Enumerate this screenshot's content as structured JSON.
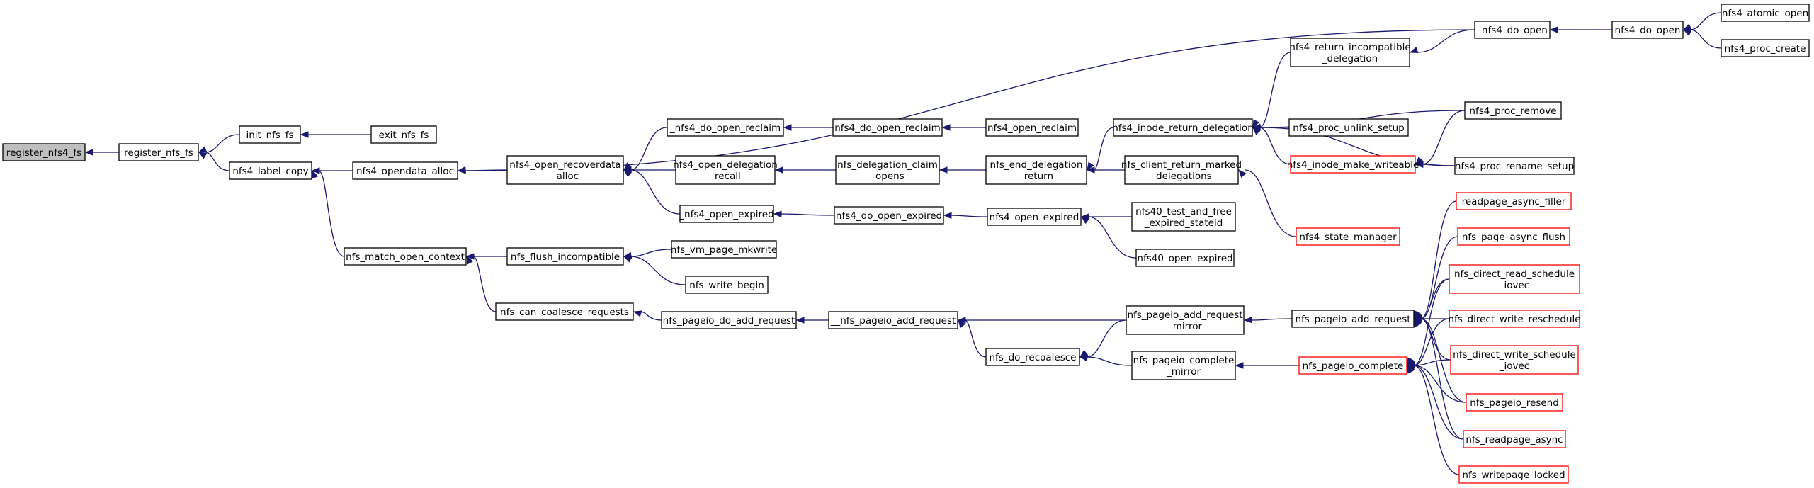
{
  "colors": {
    "edge": "#191970",
    "node_border": "#000000",
    "node_fill": "#ffffff",
    "highlight_fill": "#bfbfbf",
    "truncated_border": "#ff0000"
  },
  "nodes": [
    {
      "id": "register_nfs4_fs",
      "lines": [
        "register_nfs4_fs"
      ],
      "highlight": true,
      "truncated": false
    },
    {
      "id": "register_nfs_fs",
      "lines": [
        "register_nfs_fs"
      ],
      "highlight": false,
      "truncated": false
    },
    {
      "id": "init_nfs_fs",
      "lines": [
        "init_nfs_fs"
      ],
      "highlight": false,
      "truncated": false
    },
    {
      "id": "exit_nfs_fs",
      "lines": [
        "exit_nfs_fs"
      ],
      "highlight": false,
      "truncated": false
    },
    {
      "id": "nfs4_label_copy",
      "lines": [
        "nfs4_label_copy"
      ],
      "highlight": false,
      "truncated": false
    },
    {
      "id": "nfs4_opendata_alloc",
      "lines": [
        "nfs4_opendata_alloc"
      ],
      "highlight": false,
      "truncated": false
    },
    {
      "id": "nfs_match_open_context",
      "lines": [
        "nfs_match_open_context"
      ],
      "highlight": false,
      "truncated": false
    },
    {
      "id": "nfs4_open_recoverdata_alloc",
      "lines": [
        "nfs4_open_recoverdata",
        "_alloc"
      ],
      "highlight": false,
      "truncated": false
    },
    {
      "id": "nfs_flush_incompatible",
      "lines": [
        "nfs_flush_incompatible"
      ],
      "highlight": false,
      "truncated": false
    },
    {
      "id": "nfs_can_coalesce_requests",
      "lines": [
        "nfs_can_coalesce_requests"
      ],
      "highlight": false,
      "truncated": false
    },
    {
      "id": "_nfs4_do_open_reclaim",
      "lines": [
        "_nfs4_do_open_reclaim"
      ],
      "highlight": false,
      "truncated": false
    },
    {
      "id": "nfs4_open_delegation_recall",
      "lines": [
        "nfs4_open_delegation",
        "_recall"
      ],
      "highlight": false,
      "truncated": false
    },
    {
      "id": "_nfs4_open_expired",
      "lines": [
        "_nfs4_open_expired"
      ],
      "highlight": false,
      "truncated": false
    },
    {
      "id": "nfs_vm_page_mkwrite",
      "lines": [
        "nfs_vm_page_mkwrite"
      ],
      "highlight": false,
      "truncated": false
    },
    {
      "id": "nfs_write_begin",
      "lines": [
        "nfs_write_begin"
      ],
      "highlight": false,
      "truncated": false
    },
    {
      "id": "nfs_pageio_do_add_request",
      "lines": [
        "nfs_pageio_do_add_request"
      ],
      "highlight": false,
      "truncated": false
    },
    {
      "id": "nfs4_do_open_reclaim",
      "lines": [
        "nfs4_do_open_reclaim"
      ],
      "highlight": false,
      "truncated": false
    },
    {
      "id": "nfs_delegation_claim_opens",
      "lines": [
        "nfs_delegation_claim",
        "_opens"
      ],
      "highlight": false,
      "truncated": false
    },
    {
      "id": "nfs4_do_open_expired",
      "lines": [
        "nfs4_do_open_expired"
      ],
      "highlight": false,
      "truncated": false
    },
    {
      "id": "__nfs_pageio_add_request",
      "lines": [
        "__nfs_pageio_add_request"
      ],
      "highlight": false,
      "truncated": false
    },
    {
      "id": "nfs4_open_reclaim",
      "lines": [
        "nfs4_open_reclaim"
      ],
      "highlight": false,
      "truncated": false
    },
    {
      "id": "nfs_end_delegation_return",
      "lines": [
        "nfs_end_delegation",
        "_return"
      ],
      "highlight": false,
      "truncated": false
    },
    {
      "id": "nfs4_open_expired",
      "lines": [
        "nfs4_open_expired"
      ],
      "highlight": false,
      "truncated": false
    },
    {
      "id": "nfs_do_recoalesce",
      "lines": [
        "nfs_do_recoalesce"
      ],
      "highlight": false,
      "truncated": false
    },
    {
      "id": "_nfs4_do_open",
      "lines": [
        "_nfs4_do_open"
      ],
      "highlight": false,
      "truncated": false
    },
    {
      "id": "nfs4_inode_return_delegation",
      "lines": [
        "nfs4_inode_return_delegation"
      ],
      "highlight": false,
      "truncated": false
    },
    {
      "id": "nfs_client_return_marked_delegations",
      "lines": [
        "nfs_client_return_marked",
        "_delegations"
      ],
      "highlight": false,
      "truncated": false
    },
    {
      "id": "nfs40_test_and_free_expired_stateid",
      "lines": [
        "nfs40_test_and_free",
        "_expired_stateid"
      ],
      "highlight": false,
      "truncated": false
    },
    {
      "id": "nfs40_open_expired",
      "lines": [
        "nfs40_open_expired"
      ],
      "highlight": false,
      "truncated": false
    },
    {
      "id": "nfs_pageio_add_request_mirror",
      "lines": [
        "nfs_pageio_add_request",
        "_mirror"
      ],
      "highlight": false,
      "truncated": false
    },
    {
      "id": "nfs_pageio_complete_mirror",
      "lines": [
        "nfs_pageio_complete",
        "_mirror"
      ],
      "highlight": false,
      "truncated": false
    },
    {
      "id": "nfs4_return_incompatible_delegation",
      "lines": [
        "nfs4_return_incompatible",
        "_delegation"
      ],
      "highlight": false,
      "truncated": false
    },
    {
      "id": "nfs4_proc_unlink_setup",
      "lines": [
        "nfs4_proc_unlink_setup"
      ],
      "highlight": false,
      "truncated": false
    },
    {
      "id": "nfs4_inode_make_writeable",
      "lines": [
        "nfs4_inode_make_writeable"
      ],
      "highlight": false,
      "truncated": true
    },
    {
      "id": "nfs4_state_manager",
      "lines": [
        "nfs4_state_manager"
      ],
      "highlight": false,
      "truncated": true
    },
    {
      "id": "nfs_pageio_add_request",
      "lines": [
        "nfs_pageio_add_request"
      ],
      "highlight": false,
      "truncated": false
    },
    {
      "id": "nfs_pageio_complete",
      "lines": [
        "nfs_pageio_complete"
      ],
      "highlight": false,
      "truncated": true
    },
    {
      "id": "nfs4_do_open",
      "lines": [
        "nfs4_do_open"
      ],
      "highlight": false,
      "truncated": false
    },
    {
      "id": "nfs4_proc_remove",
      "lines": [
        "nfs4_proc_remove"
      ],
      "highlight": false,
      "truncated": false
    },
    {
      "id": "nfs4_proc_rename_setup",
      "lines": [
        "nfs4_proc_rename_setup"
      ],
      "highlight": false,
      "truncated": false
    },
    {
      "id": "readpage_async_filler",
      "lines": [
        "readpage_async_filler"
      ],
      "highlight": false,
      "truncated": true
    },
    {
      "id": "nfs_page_async_flush",
      "lines": [
        "nfs_page_async_flush"
      ],
      "highlight": false,
      "truncated": true
    },
    {
      "id": "nfs_direct_read_schedule_iovec",
      "lines": [
        "nfs_direct_read_schedule",
        "_iovec"
      ],
      "highlight": false,
      "truncated": true
    },
    {
      "id": "nfs_direct_write_reschedule",
      "lines": [
        "nfs_direct_write_reschedule"
      ],
      "highlight": false,
      "truncated": true
    },
    {
      "id": "nfs_direct_write_schedule_iovec",
      "lines": [
        "nfs_direct_write_schedule",
        "_iovec"
      ],
      "highlight": false,
      "truncated": true
    },
    {
      "id": "nfs_pageio_resend",
      "lines": [
        "nfs_pageio_resend"
      ],
      "highlight": false,
      "truncated": true
    },
    {
      "id": "nfs_readpage_async",
      "lines": [
        "nfs_readpage_async"
      ],
      "highlight": false,
      "truncated": true
    },
    {
      "id": "nfs_writepage_locked",
      "lines": [
        "nfs_writepage_locked"
      ],
      "highlight": false,
      "truncated": true
    },
    {
      "id": "nfs4_atomic_open",
      "lines": [
        "nfs4_atomic_open"
      ],
      "highlight": false,
      "truncated": false
    },
    {
      "id": "nfs4_proc_create",
      "lines": [
        "nfs4_proc_create"
      ],
      "highlight": false,
      "truncated": false
    }
  ],
  "edges": [
    {
      "from": "register_nfs4_fs",
      "to": "register_nfs_fs"
    },
    {
      "from": "register_nfs_fs",
      "to": "init_nfs_fs"
    },
    {
      "from": "register_nfs_fs",
      "to": "nfs4_label_copy"
    },
    {
      "from": "init_nfs_fs",
      "to": "exit_nfs_fs"
    },
    {
      "from": "nfs4_label_copy",
      "to": "nfs4_opendata_alloc"
    },
    {
      "from": "nfs4_label_copy",
      "to": "nfs_match_open_context"
    },
    {
      "from": "nfs4_opendata_alloc",
      "to": "nfs4_open_recoverdata_alloc"
    },
    {
      "from": "nfs4_opendata_alloc",
      "to": "_nfs4_do_open"
    },
    {
      "from": "nfs4_open_recoverdata_alloc",
      "to": "_nfs4_do_open_reclaim"
    },
    {
      "from": "nfs4_open_recoverdata_alloc",
      "to": "nfs4_open_delegation_recall"
    },
    {
      "from": "nfs4_open_recoverdata_alloc",
      "to": "_nfs4_open_expired"
    },
    {
      "from": "_nfs4_do_open_reclaim",
      "to": "nfs4_do_open_reclaim"
    },
    {
      "from": "nfs4_do_open_reclaim",
      "to": "nfs4_open_reclaim"
    },
    {
      "from": "nfs4_open_delegation_recall",
      "to": "nfs_delegation_claim_opens"
    },
    {
      "from": "nfs_delegation_claim_opens",
      "to": "nfs_end_delegation_return"
    },
    {
      "from": "nfs_end_delegation_return",
      "to": "nfs4_inode_return_delegation"
    },
    {
      "from": "nfs_end_delegation_return",
      "to": "nfs_client_return_marked_delegations"
    },
    {
      "from": "nfs_client_return_marked_delegations",
      "to": "nfs4_state_manager"
    },
    {
      "from": "_nfs4_open_expired",
      "to": "nfs4_do_open_expired"
    },
    {
      "from": "nfs4_do_open_expired",
      "to": "nfs4_open_expired"
    },
    {
      "from": "nfs4_open_expired",
      "to": "nfs40_test_and_free_expired_stateid"
    },
    {
      "from": "nfs4_open_expired",
      "to": "nfs40_open_expired"
    },
    {
      "from": "nfs4_inode_return_delegation",
      "to": "nfs4_return_incompatible_delegation"
    },
    {
      "from": "nfs4_inode_return_delegation",
      "to": "nfs4_proc_unlink_setup"
    },
    {
      "from": "nfs4_inode_return_delegation",
      "to": "nfs4_inode_make_writeable"
    },
    {
      "from": "nfs4_inode_return_delegation",
      "to": "nfs4_proc_remove"
    },
    {
      "from": "nfs4_inode_return_delegation",
      "to": "nfs4_proc_rename_setup"
    },
    {
      "from": "nfs4_return_incompatible_delegation",
      "to": "_nfs4_do_open"
    },
    {
      "from": "nfs4_inode_make_writeable",
      "to": "nfs4_proc_remove"
    },
    {
      "from": "nfs4_inode_make_writeable",
      "to": "nfs4_proc_rename_setup"
    },
    {
      "from": "_nfs4_do_open",
      "to": "nfs4_do_open"
    },
    {
      "from": "nfs4_do_open",
      "to": "nfs4_atomic_open"
    },
    {
      "from": "nfs4_do_open",
      "to": "nfs4_proc_create"
    },
    {
      "from": "nfs_match_open_context",
      "to": "nfs_flush_incompatible"
    },
    {
      "from": "nfs_match_open_context",
      "to": "nfs_can_coalesce_requests"
    },
    {
      "from": "nfs_flush_incompatible",
      "to": "nfs_vm_page_mkwrite"
    },
    {
      "from": "nfs_flush_incompatible",
      "to": "nfs_write_begin"
    },
    {
      "from": "nfs_can_coalesce_requests",
      "to": "nfs_pageio_do_add_request"
    },
    {
      "from": "nfs_pageio_do_add_request",
      "to": "__nfs_pageio_add_request"
    },
    {
      "from": "__nfs_pageio_add_request",
      "to": "nfs_pageio_add_request_mirror"
    },
    {
      "from": "__nfs_pageio_add_request",
      "to": "nfs_do_recoalesce"
    },
    {
      "from": "nfs_do_recoalesce",
      "to": "nfs_pageio_add_request_mirror"
    },
    {
      "from": "nfs_do_recoalesce",
      "to": "nfs_pageio_complete_mirror"
    },
    {
      "from": "nfs_pageio_add_request_mirror",
      "to": "nfs_pageio_add_request"
    },
    {
      "from": "nfs_pageio_complete_mirror",
      "to": "nfs_pageio_complete"
    },
    {
      "from": "nfs_pageio_add_request",
      "to": "readpage_async_filler"
    },
    {
      "from": "nfs_pageio_add_request",
      "to": "nfs_page_async_flush"
    },
    {
      "from": "nfs_pageio_add_request",
      "to": "nfs_direct_read_schedule_iovec"
    },
    {
      "from": "nfs_pageio_add_request",
      "to": "nfs_direct_write_reschedule"
    },
    {
      "from": "nfs_pageio_add_request",
      "to": "nfs_direct_write_schedule_iovec"
    },
    {
      "from": "nfs_pageio_add_request",
      "to": "nfs_pageio_resend"
    },
    {
      "from": "nfs_pageio_add_request",
      "to": "nfs_readpage_async"
    },
    {
      "from": "nfs_pageio_complete",
      "to": "nfs_direct_read_schedule_iovec"
    },
    {
      "from": "nfs_pageio_complete",
      "to": "nfs_direct_write_reschedule"
    },
    {
      "from": "nfs_pageio_complete",
      "to": "nfs_direct_write_schedule_iovec"
    },
    {
      "from": "nfs_pageio_complete",
      "to": "nfs_pageio_resend"
    },
    {
      "from": "nfs_pageio_complete",
      "to": "nfs_readpage_async"
    },
    {
      "from": "nfs_pageio_complete",
      "to": "nfs_writepage_locked"
    }
  ]
}
